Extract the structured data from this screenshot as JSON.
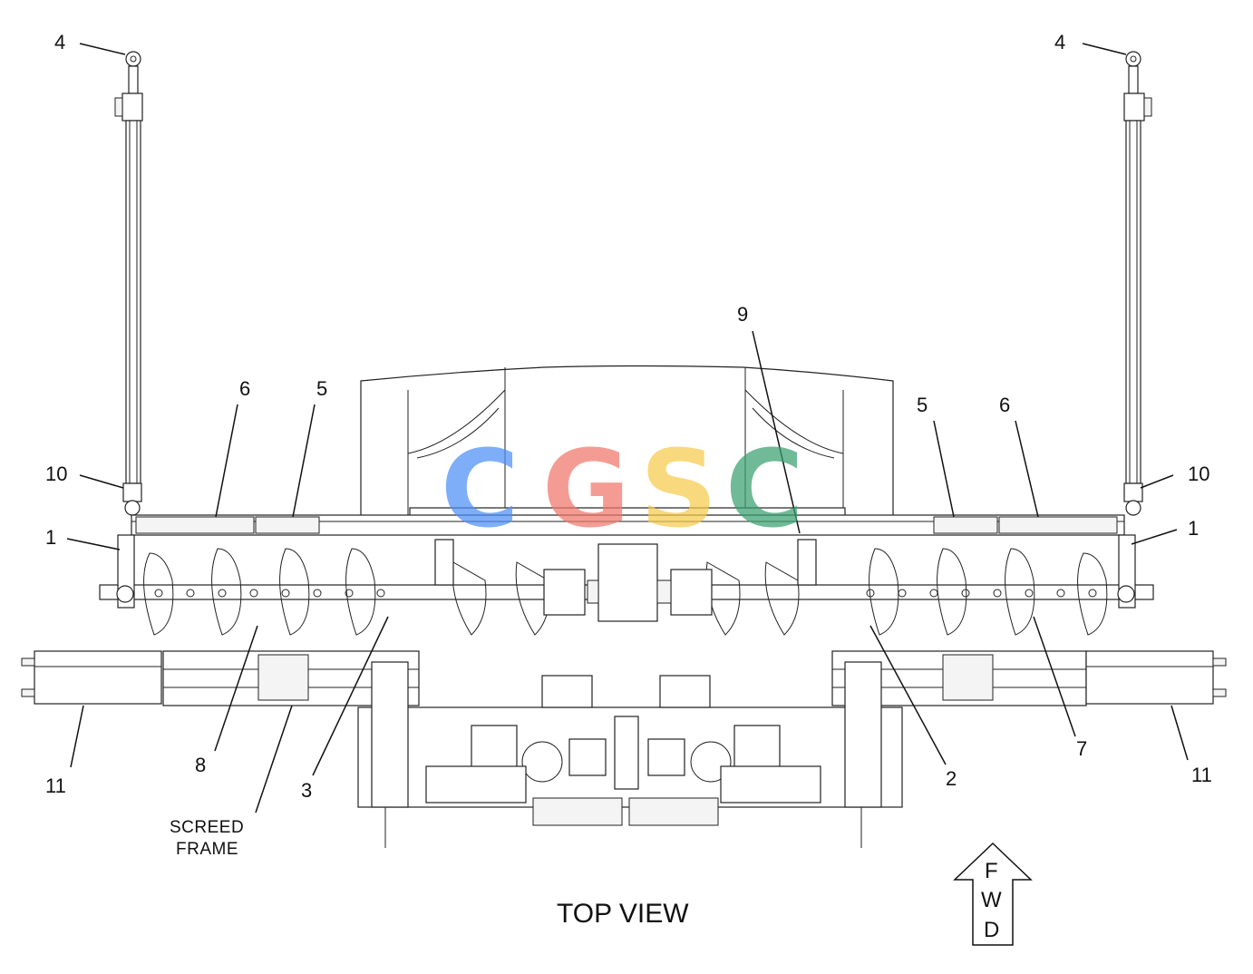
{
  "title": "TOP VIEW",
  "fwd_letters": [
    "F",
    "W",
    "D"
  ],
  "screed_note": [
    "SCREED",
    "FRAME"
  ],
  "callouts": {
    "c4_left": "4",
    "c4_right": "4",
    "c10_left": "10",
    "c10_right": "10",
    "c1_left": "1",
    "c1_right": "1",
    "c6_left": "6",
    "c5_left": "5",
    "c5_right": "5",
    "c6_right": "6",
    "c9": "9",
    "c8": "8",
    "c3": "3",
    "c2": "2",
    "c7": "7",
    "c11_left": "11",
    "c11_right": "11"
  },
  "watermark": {
    "letters": [
      "C",
      "G",
      "S",
      "C"
    ],
    "colors": [
      "#4f8ff7",
      "#f0776b",
      "#f7cb4d",
      "#3aa070"
    ]
  }
}
